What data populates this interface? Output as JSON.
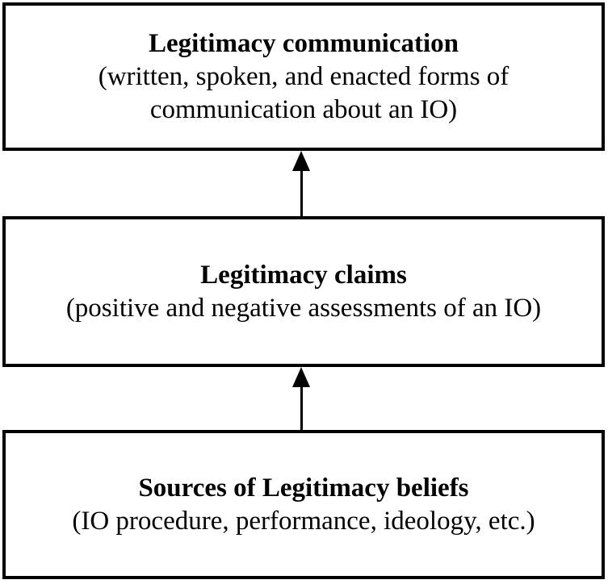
{
  "diagram": {
    "background_color": "#ffffff",
    "line_color": "#000000",
    "boxes": [
      {
        "id": "legitimacy-communication",
        "title": "Legitimacy communication",
        "subtitle": "(written, spoken, and enacted forms of communication about an IO)"
      },
      {
        "id": "legitimacy-claims",
        "title": "Legitimacy claims",
        "subtitle": "(positive and negative assessments of an IO)"
      },
      {
        "id": "sources-of-legitimacy-beliefs",
        "title": "Sources of Legitimacy beliefs",
        "subtitle": "(IO procedure, performance, ideology, etc.)"
      }
    ],
    "arrows": [
      {
        "from": "legitimacy-claims",
        "to": "legitimacy-communication",
        "direction": "up"
      },
      {
        "from": "sources-of-legitimacy-beliefs",
        "to": "legitimacy-claims",
        "direction": "up"
      }
    ]
  }
}
